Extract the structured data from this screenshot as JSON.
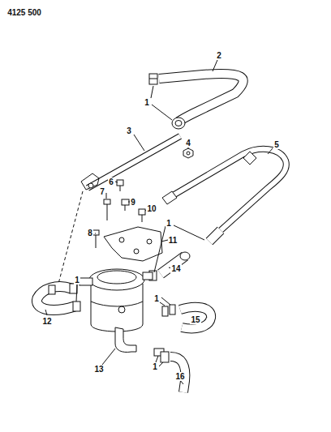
{
  "diagram": {
    "labels": [
      "4125 500",
      "2",
      "1",
      "3",
      "4",
      "5",
      "6",
      "7",
      "9",
      "10",
      "1",
      "11",
      "8",
      "14",
      "1",
      "1",
      "15",
      "12",
      "13",
      "1",
      "16"
    ]
  }
}
